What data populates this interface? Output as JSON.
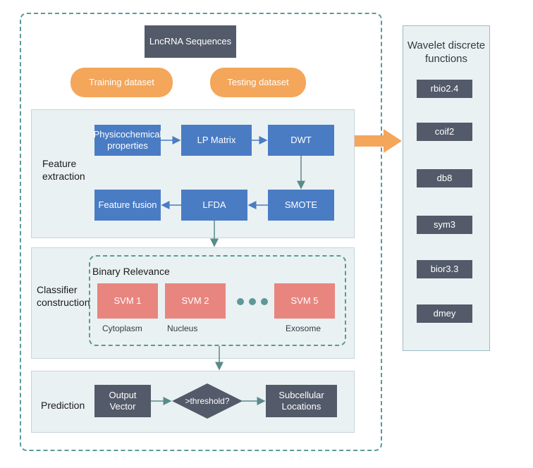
{
  "sequences_label": "LncRNA Sequences",
  "datasets": {
    "training": "Training dataset",
    "testing": "Testing dataset"
  },
  "feature_extraction": {
    "label": "Feature extraction",
    "physicochemical": "Physicochemical properties",
    "lp_matrix": "LP Matrix",
    "dwt": "DWT",
    "smote": "SMOTE",
    "lfda": "LFDA",
    "feature_fusion": "Feature fusion"
  },
  "classifier": {
    "label": "Classifier construction",
    "binary_relevance": "Binary Relevance",
    "svms": [
      {
        "name": "SVM 1",
        "class": "Cytoplasm"
      },
      {
        "name": "SVM 2",
        "class": "Nucleus"
      },
      {
        "name": "SVM 5",
        "class": "Exosome"
      }
    ]
  },
  "prediction": {
    "label": "Prediction",
    "output_vector": "Output Vector",
    "threshold": ">threshold?",
    "subcellular": "Subcellular Locations"
  },
  "wavelet": {
    "title": "Wavelet discrete functions",
    "items": [
      "rbio2.4",
      "coif2",
      "db8",
      "sym3",
      "bior3.3",
      "dmey"
    ]
  },
  "colors": {
    "dark_box": "#535a69",
    "blue_box": "#4a7cc4",
    "orange": "#f4a65a",
    "svm_red": "#e9857f",
    "teal": "#5a9a9a"
  }
}
